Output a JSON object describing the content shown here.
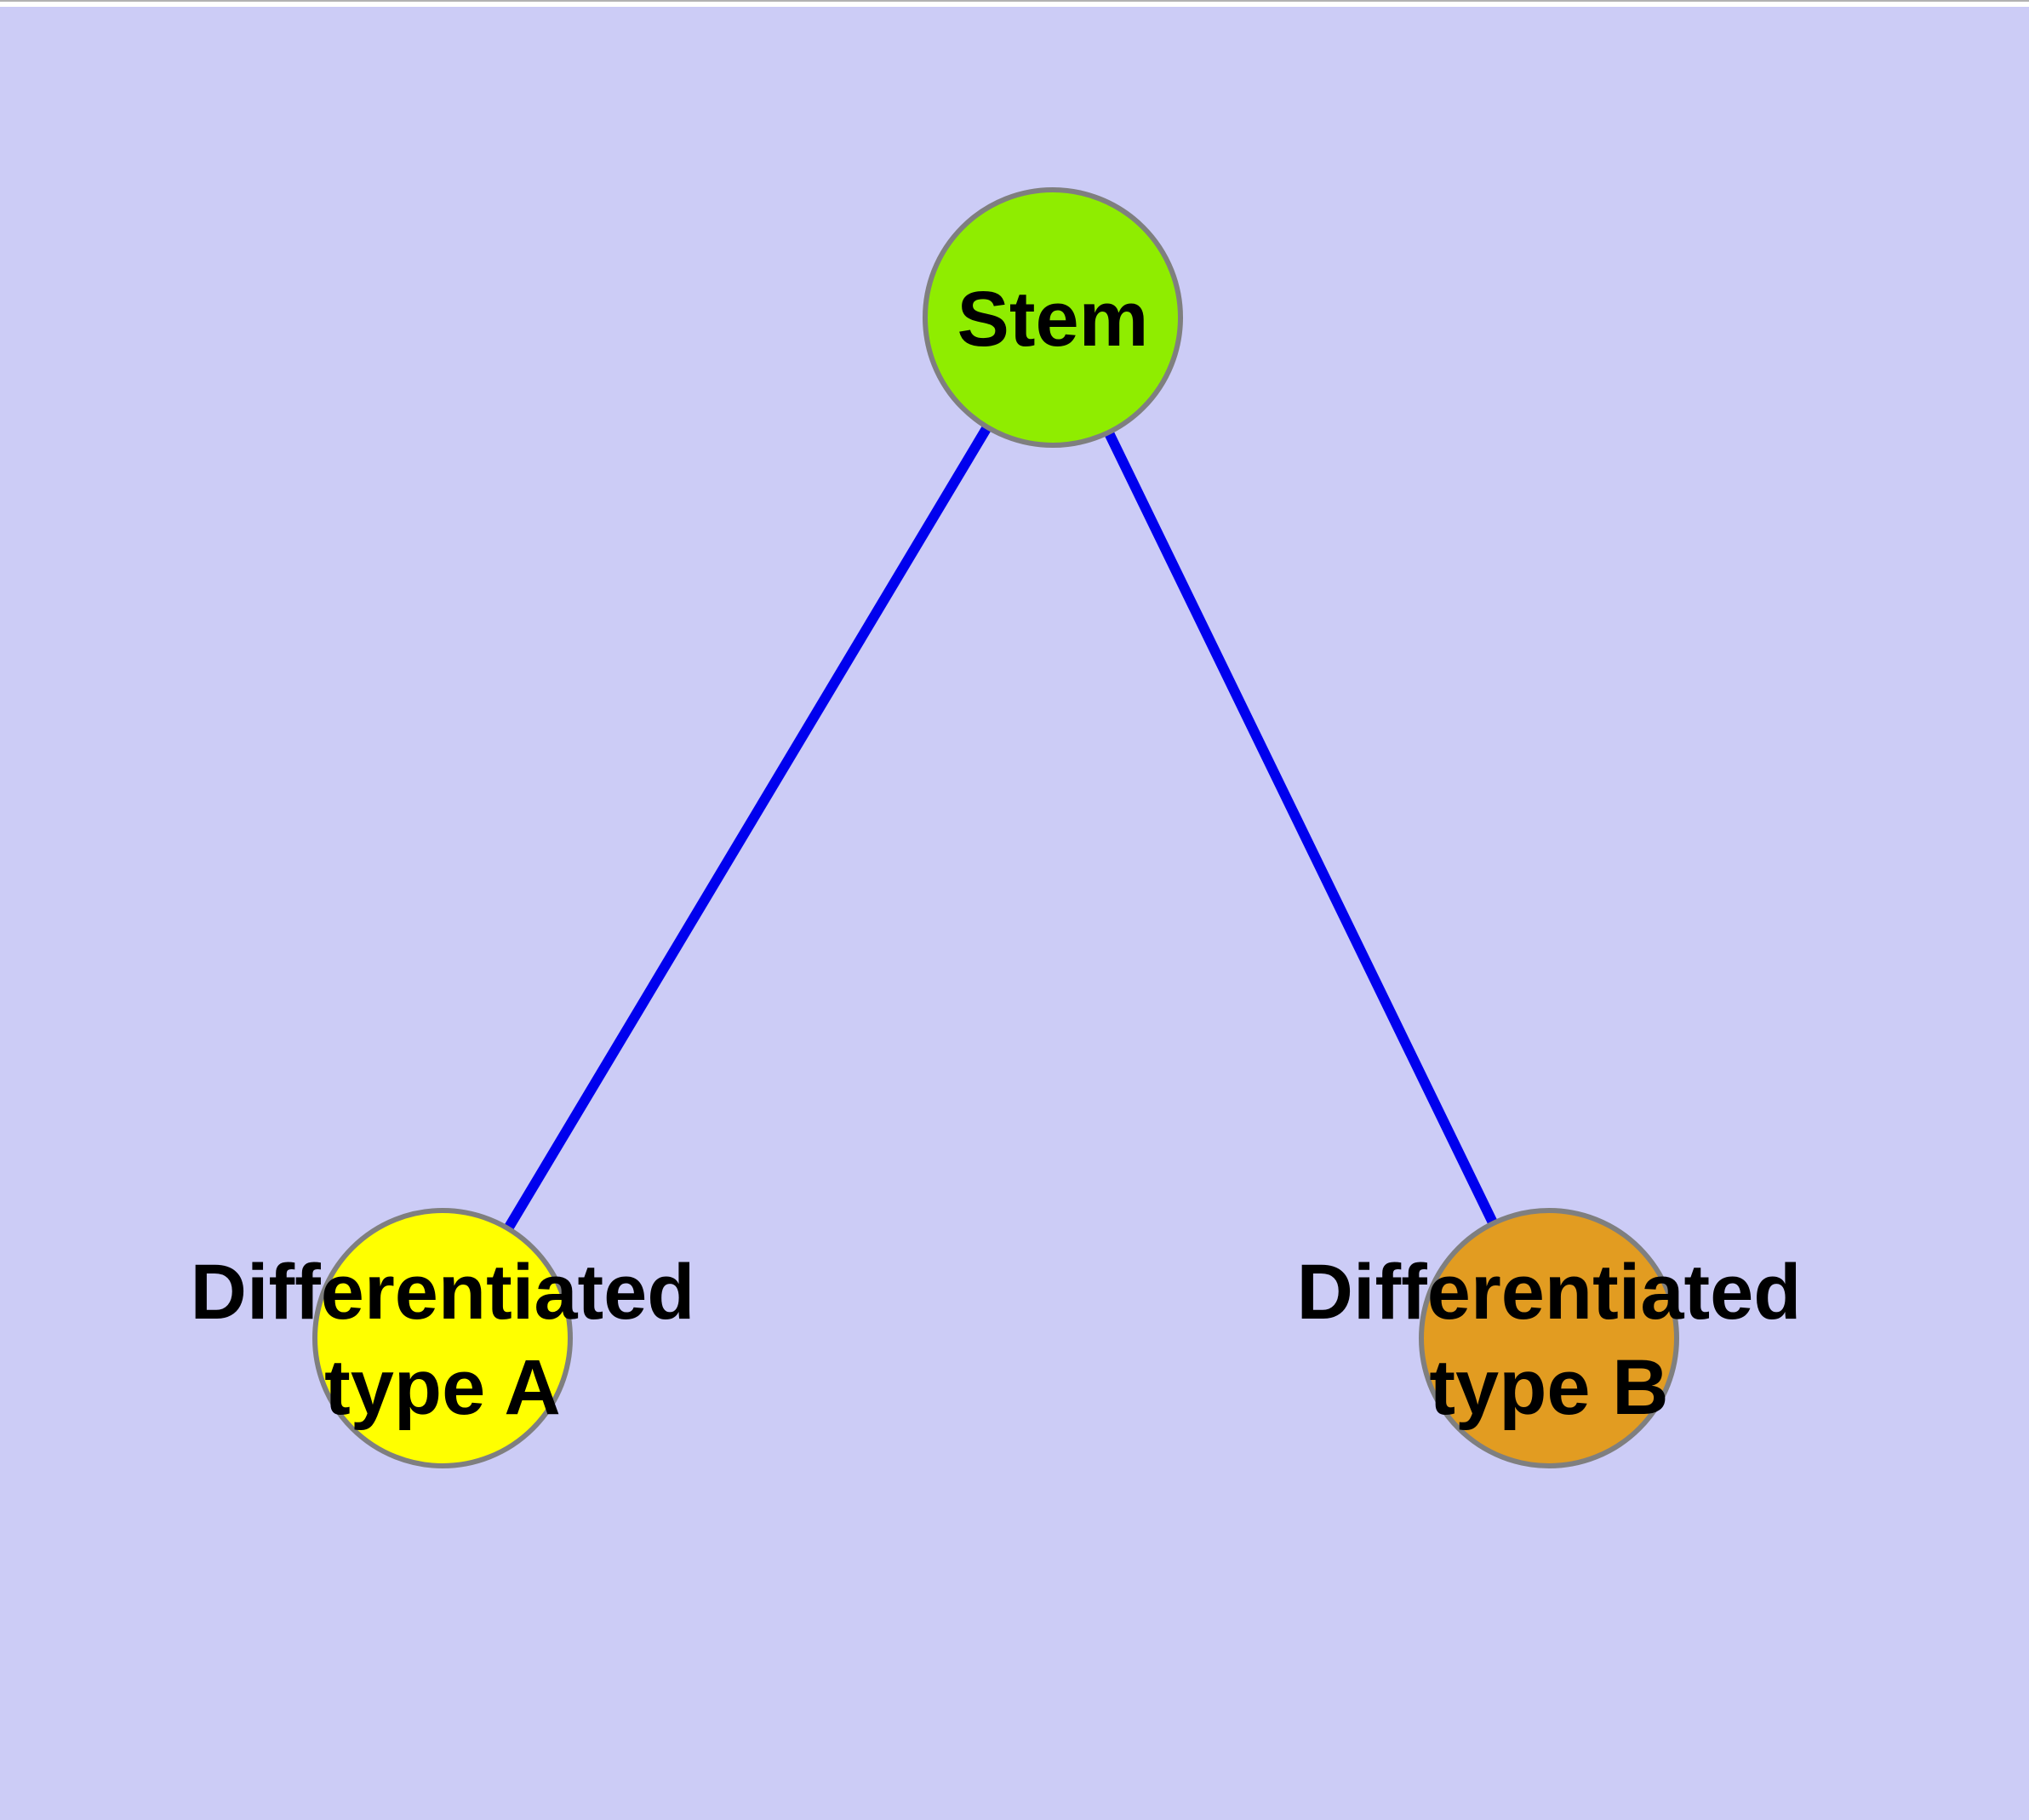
{
  "diagram": {
    "type": "node-link-graph",
    "nodes": {
      "stem": {
        "label": "Stem"
      },
      "type_a": {
        "label_line1": "Differentiated",
        "label_line2": "type A"
      },
      "type_b": {
        "label_line1": "Differentiated",
        "label_line2": "type B"
      }
    },
    "edges": [
      {
        "from": "Stem",
        "to": "Differentiated type A"
      },
      {
        "from": "Stem",
        "to": "Differentiated type B"
      }
    ]
  },
  "colors": {
    "background": "#CCCCF6",
    "top_strip": "#FFFFFF",
    "top_border_line": "#B2B2B2",
    "edge": "#0000EE",
    "node_border": "#7F7F7F",
    "label_text": "#000000",
    "stem_fill": "#8FED00",
    "type_a_fill": "#FFFF00",
    "type_b_fill": "#E29C21"
  }
}
